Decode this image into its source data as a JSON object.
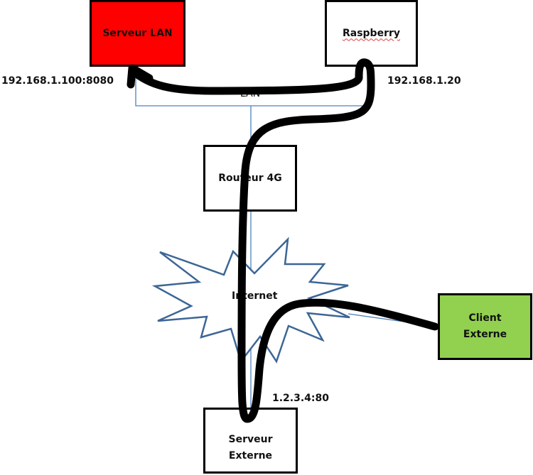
{
  "nodes": {
    "serveur_lan": {
      "label": "Serveur LAN",
      "address": "192.168.1.100:8080",
      "fill": "#ff0000"
    },
    "raspberry": {
      "label": "Raspberry",
      "address": "192.168.1.20",
      "fill": "#ffffff"
    },
    "routeur": {
      "label": "Routeur 4G",
      "fill": "#ffffff"
    },
    "internet": {
      "label": "Internet"
    },
    "client": {
      "label_line1": "Client",
      "label_line2": "Externe",
      "fill": "#92d050"
    },
    "serveur_externe": {
      "label_line1": "Serveur",
      "label_line2": "Externe",
      "address": "1.2.3.4:80",
      "fill": "#ffffff"
    }
  },
  "network": {
    "lan_label": "LAN",
    "link_color": "#4a7ab8"
  },
  "path_color": "#000000"
}
